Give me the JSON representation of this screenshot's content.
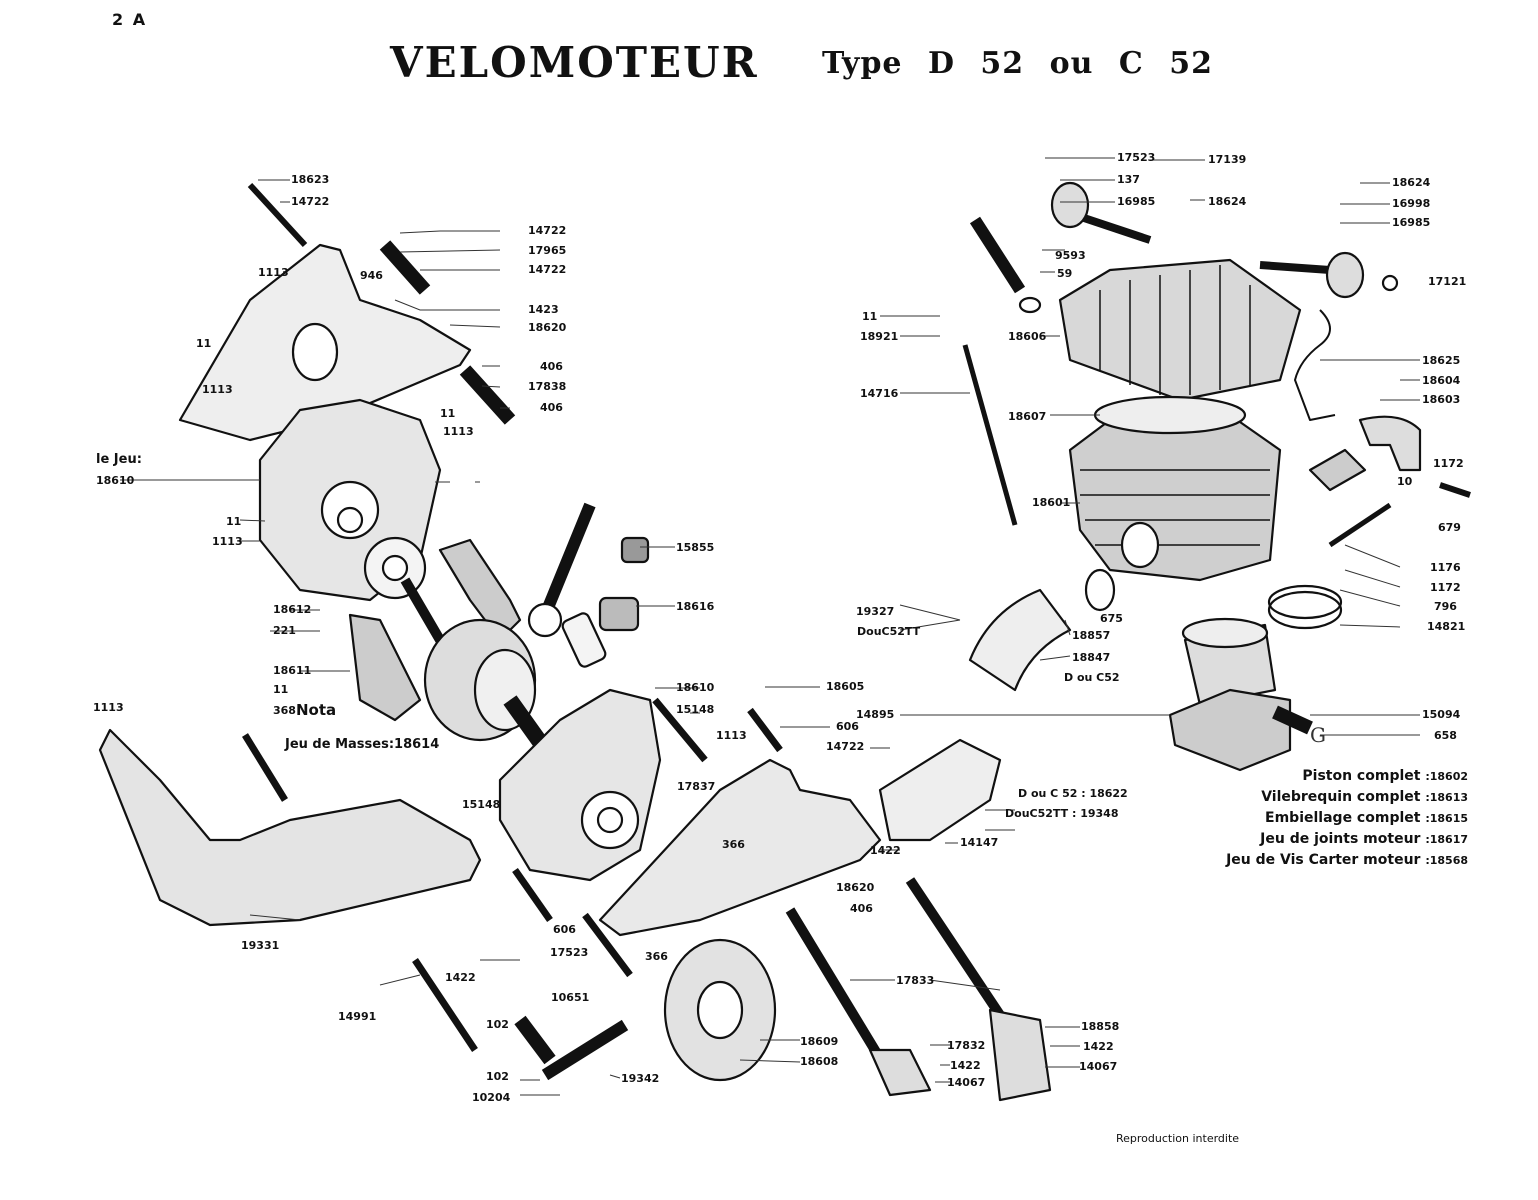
{
  "header": {
    "page_number": "2 A",
    "title": "VELOMOTEUR",
    "subtitle": "Type D 52 ou C 52"
  },
  "labels": {
    "l18623": "18623",
    "l14722a": "14722",
    "l14722b": "14722",
    "l17965": "17965",
    "l14722c": "14722",
    "l946": "946",
    "l1113a": "1113",
    "l1423": "1423",
    "l18620a": "18620",
    "l11a": "11",
    "l406a": "406",
    "l1113b": "1113",
    "l17838": "17838",
    "l406b": "406",
    "l11b": "11",
    "l1113c": "1113",
    "le_jeu": "le Jeu:",
    "l18610a": "18610",
    "l11c": "11",
    "l1113d": "1113",
    "l18612": "18612",
    "l221": "221",
    "l15855": "15855",
    "l18616": "18616",
    "l18611": "18611",
    "l11d": "11",
    "l368": "368",
    "nota": "Nota",
    "l1113e": "1113",
    "jeu_masses": "Jeu de Masses:18614",
    "l18610b": "18610",
    "l15148a": "15148",
    "l18605": "18605",
    "l606a": "606",
    "l1113f": "1113",
    "l14722d": "14722",
    "l17837": "17837",
    "l15148b": "15148",
    "l366a": "366",
    "l18620b": "18620",
    "l406c": "406",
    "l606b": "606",
    "l366b": "366",
    "l19331": "19331",
    "l17523b": "17523",
    "l1422a": "1422",
    "l14991": "14991",
    "l10651": "10651",
    "l102a": "102",
    "l102b": "102",
    "l10204": "10204",
    "l19342": "19342",
    "l18609": "18609",
    "l18608": "18608",
    "l17833": "17833",
    "l17832": "17832",
    "l1422b": "1422",
    "l14067a": "14067",
    "l18858": "18858",
    "l1422c": "1422",
    "l14067b": "14067",
    "l1422d": "1422",
    "l14147": "14147",
    "l18622": "D ou C 52 : 18622",
    "l19348": "DouC52TT : 19348",
    "l17523a": "17523",
    "l137": "137",
    "l16985a": "16985",
    "l17139": "17139",
    "l18624a": "18624",
    "l18624b": "18624",
    "l16998": "16998",
    "l16985b": "16985",
    "l17121": "17121",
    "l9593": "9593",
    "l59": "59",
    "l11e": "11",
    "l18921": "18921",
    "l18606": "18606",
    "l18625": "18625",
    "l18604": "18604",
    "l18603": "18603",
    "l14716": "14716",
    "l18607": "18607",
    "l18601": "18601",
    "l1172a": "1172",
    "l10": "10",
    "l679": "679",
    "l1176": "1176",
    "l1172b": "1172",
    "l796": "796",
    "l14821": "14821",
    "l19327": "19327",
    "l19327sub": "DouC52TT",
    "l675": "675",
    "l18857": "18857",
    "l18847": "18847",
    "l18847sub": "D ou C52",
    "l14895": "14895",
    "l15094": "15094",
    "l658": "658"
  },
  "summary": [
    {
      "name": "Piston complet",
      "ref": ":18602"
    },
    {
      "name": "Vilebrequin complet",
      "ref": ":18613"
    },
    {
      "name": "Embiellage complet",
      "ref": ":18615"
    },
    {
      "name": "Jeu de joints moteur",
      "ref": ":18617"
    },
    {
      "name": "Jeu de Vis Carter moteur",
      "ref": ":18568"
    }
  ],
  "footer": {
    "note": "Reproduction interdite"
  }
}
